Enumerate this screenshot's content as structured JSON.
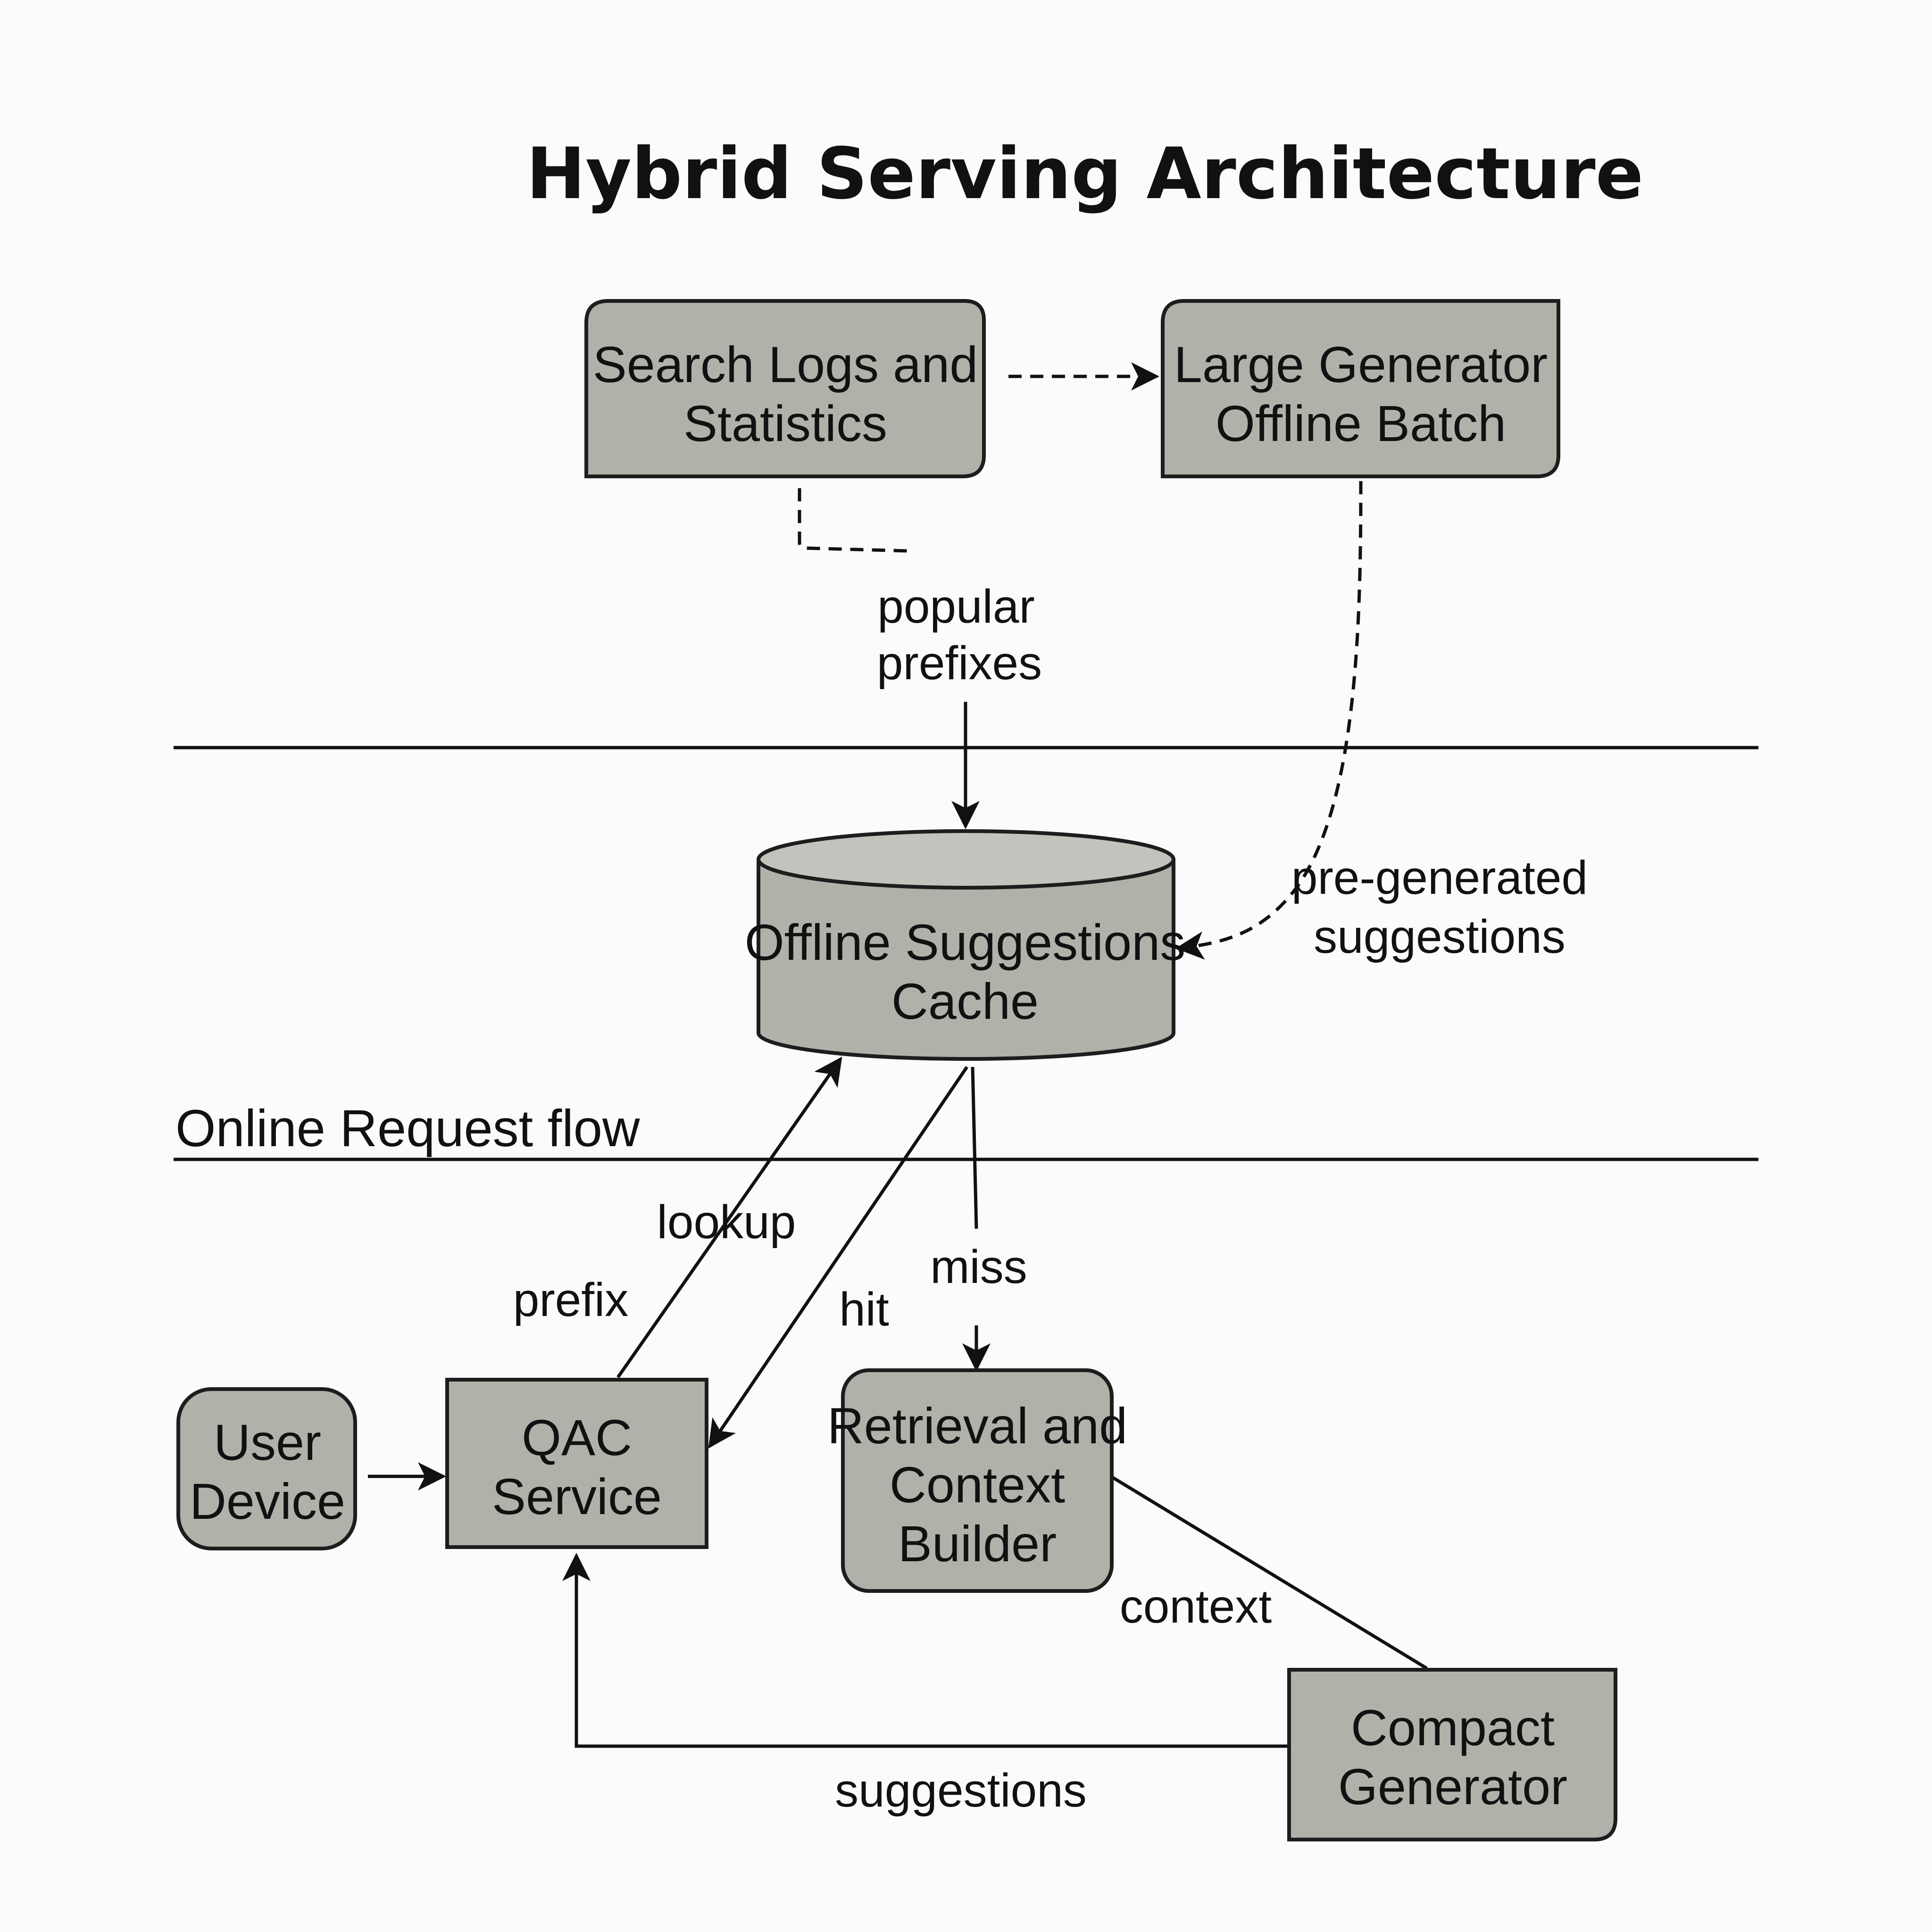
{
  "title": "Hybrid Serving Architecture",
  "section": {
    "online_label": "Online Request flow"
  },
  "nodes": {
    "search_logs": {
      "line1": "Search Logs and",
      "line2": "Statistics"
    },
    "large_generator": {
      "line1": "Large Generator",
      "line2": "Offline Batch"
    },
    "cache": {
      "line1": "Offline Suggestions",
      "line2": "Cache"
    },
    "user_device": {
      "line1": "User",
      "line2": "Device"
    },
    "qac_service": {
      "line1": "QAC",
      "line2": "Service"
    },
    "retrieval": {
      "line1": "Retrieval and",
      "line2": "Context",
      "line3": "Builder"
    },
    "compact_generator": {
      "line1": "Compact",
      "line2": "Generator"
    }
  },
  "edges": {
    "popular_prefixes": {
      "line1": "popular",
      "line2": "prefixes"
    },
    "pre_generated": {
      "line1": "pre-generated",
      "line2": "suggestions"
    },
    "lookup": "lookup",
    "prefix": "prefix",
    "hit": "hit",
    "miss": "miss",
    "context": "context",
    "suggestions": "suggestions"
  }
}
